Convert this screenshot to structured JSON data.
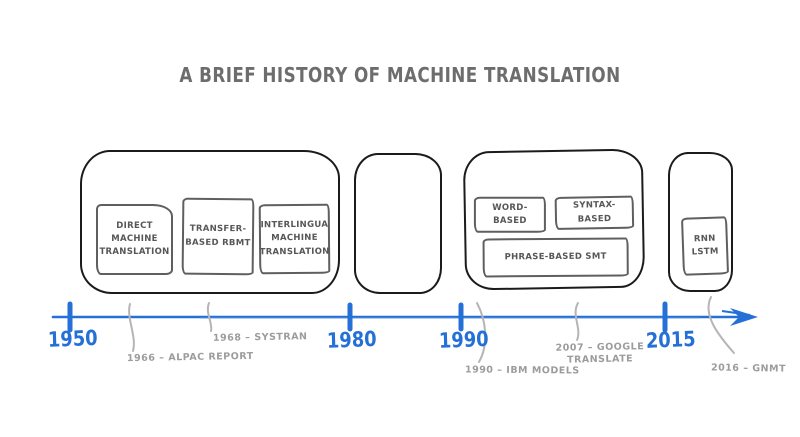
{
  "title": "A BRIEF HISTORY OF MACHINE TRANSLATION",
  "eras": [
    {
      "items": [
        "DIRECT MACHINE TRANSLATION",
        "TRANSFER-BASED RBMT",
        "INTERLINGUA MACHINE TRANSLATION"
      ]
    },
    {
      "items": []
    },
    {
      "items": [
        "WORD-BASED",
        "SYNTAX-BASED",
        "PHRASE-BASED SMT"
      ]
    },
    {
      "items": [
        "RNN LSTM"
      ]
    }
  ],
  "timeline": {
    "years": [
      "1950",
      "1980",
      "1990",
      "2015"
    ],
    "events": [
      "1966 – ALPAC REPORT",
      "1968 – SYSTRAN",
      "1990 – IBM MODELS",
      "2007 – GOOGLE TRANSLATE",
      "2016 – GNMT"
    ]
  },
  "colors": {
    "timeline_blue": "#2470d6",
    "event_gray": "#9c9c9c",
    "box_text_gray": "#575757",
    "inner_border_gray": "#5f5f5f",
    "outer_border_dark": "#1b1b1b",
    "title_gray": "#6d6d6d"
  }
}
